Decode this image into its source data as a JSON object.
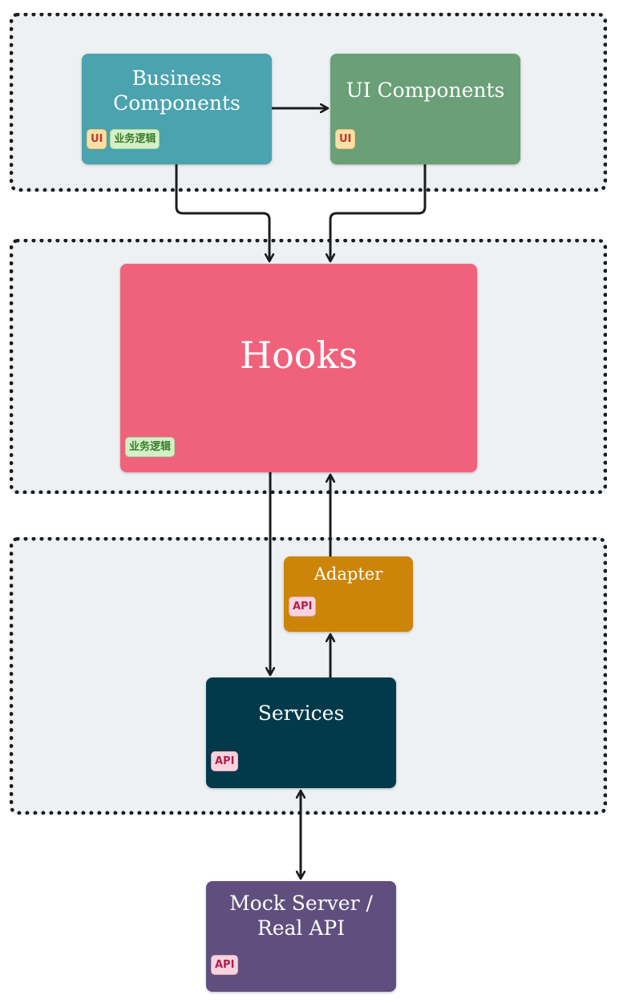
{
  "colors": {
    "business": "#4aa3ae",
    "ui": "#6a9f77",
    "hooks": "#f0627b",
    "adapter": "#cc8509",
    "services": "#033a4b",
    "mock": "#604f7e"
  },
  "nodes": {
    "business": {
      "title": "Business\nComponents",
      "tags": [
        "UI",
        "业务逻辑"
      ]
    },
    "ui": {
      "title": "UI Components",
      "tags": [
        "UI"
      ]
    },
    "hooks": {
      "title": "Hooks",
      "tags": [
        "业务逻辑"
      ]
    },
    "adapter": {
      "title": "Adapter",
      "tags": [
        "API"
      ]
    },
    "services": {
      "title": "Services",
      "tags": [
        "API"
      ]
    },
    "mock": {
      "title": "Mock Server /\nReal API",
      "tags": [
        "API"
      ]
    }
  }
}
